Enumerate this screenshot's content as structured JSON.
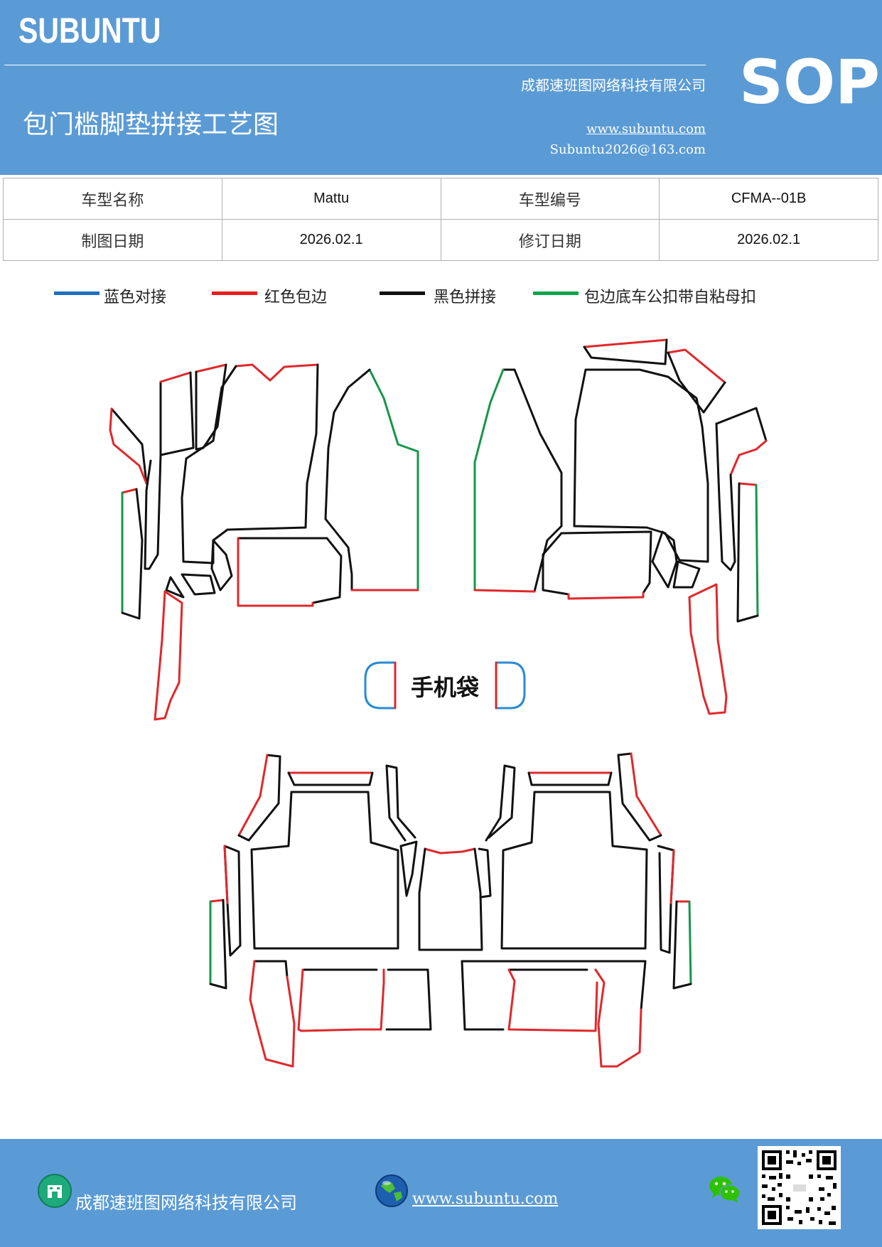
{
  "header": {
    "brand": "SUBUNTU",
    "company": "成都速班图网络科技有限公司",
    "badge": "SOP",
    "title": "包门槛脚垫拼接工艺图",
    "website": "www.subuntu.com",
    "email": "Subuntu2026@163.com",
    "background_color": "#5b9bd5"
  },
  "info_table": {
    "rows": [
      [
        {
          "label": "车型名称"
        },
        {
          "value": "Mattu"
        },
        {
          "label": "车型编号"
        },
        {
          "value": "CFMA--01B"
        }
      ],
      [
        {
          "label": "制图日期"
        },
        {
          "value": "2026.02.1"
        },
        {
          "label": "修订日期"
        },
        {
          "value": "2026.02.1"
        }
      ]
    ]
  },
  "legend": [
    {
      "label": "蓝色对接",
      "color": "#1f6fbf"
    },
    {
      "label": "红色包边",
      "color": "#e61e1e"
    },
    {
      "label": "黑色拼接",
      "color": "#111111"
    },
    {
      "label": "包边底车公扣带自粘母扣",
      "color": "#12a54a"
    }
  ],
  "diagram": {
    "phone_pocket_label": "手机袋",
    "colors": {
      "blue": "#2a8ad4",
      "red": "#e0282b",
      "black": "#111111",
      "green": "#16964a"
    }
  },
  "footer": {
    "company": "成都速班图网络科技有限公司",
    "website": "www.subuntu.com",
    "icons": [
      "company-icon",
      "globe-icon",
      "wechat-icon",
      "qr-code"
    ]
  }
}
